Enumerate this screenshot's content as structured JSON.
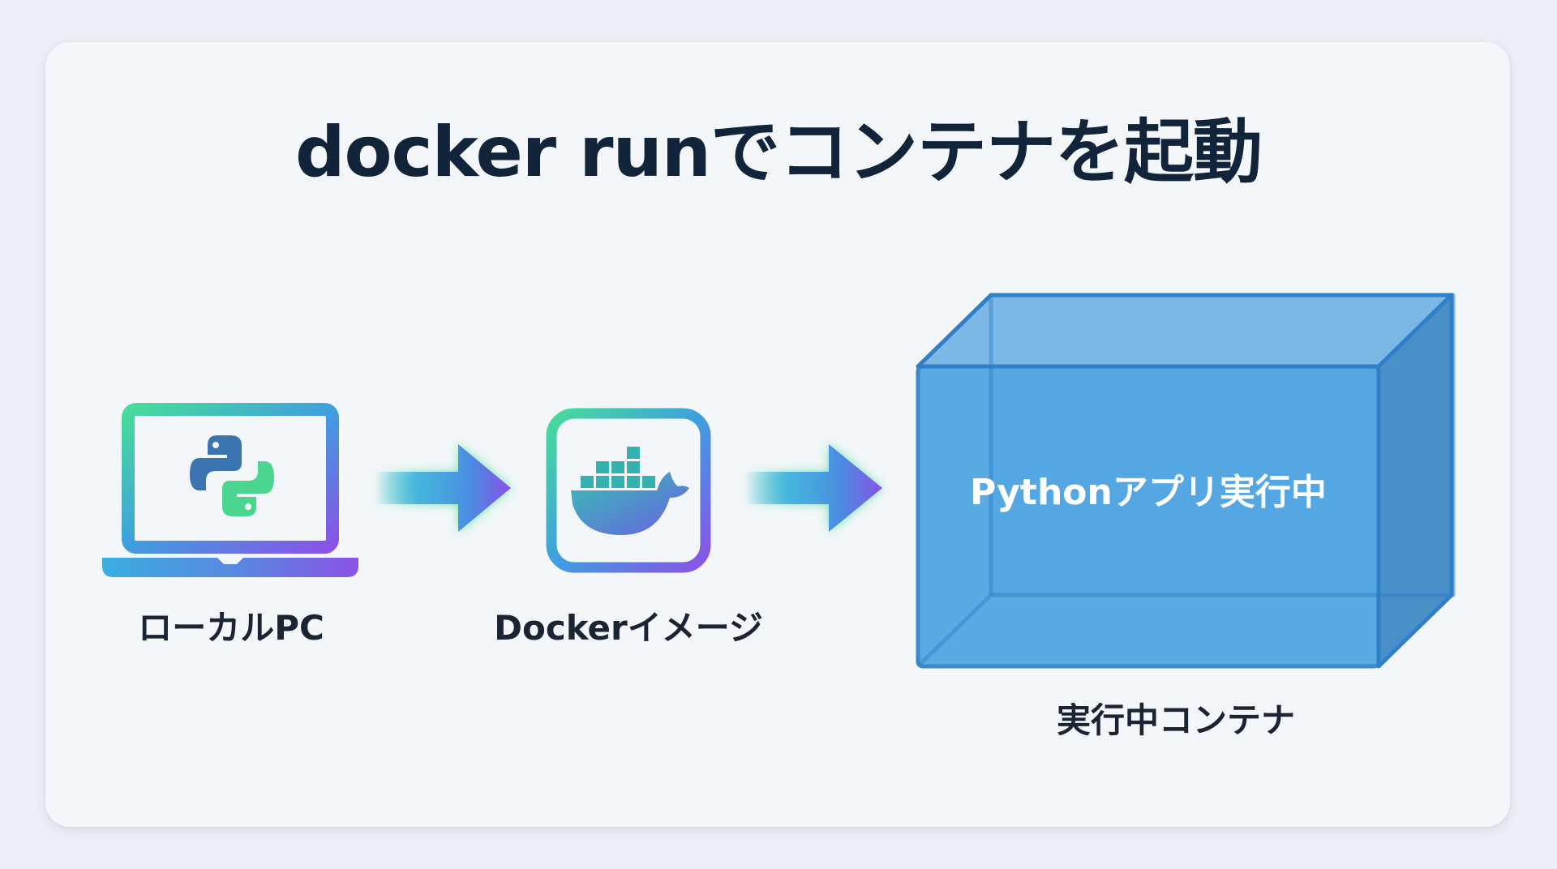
{
  "title": "docker runでコンテナを起動",
  "steps": [
    {
      "id": "local-pc",
      "label": "ローカルPC",
      "icon": "python-laptop-icon"
    },
    {
      "id": "docker-image",
      "label": "Dockerイメージ",
      "icon": "docker-whale-icon"
    },
    {
      "id": "running-container",
      "label": "実行中コンテナ",
      "icon": "container-cube-icon",
      "inner_text": "Pythonアプリ実行中"
    }
  ],
  "arrows": [
    {
      "from": "local-pc",
      "to": "docker-image"
    },
    {
      "from": "docker-image",
      "to": "running-container"
    }
  ],
  "colors": {
    "title": "#12243a",
    "gradient_start": "#48dc9a",
    "gradient_mid": "#3f9ee0",
    "gradient_end": "#8a52e6",
    "python_blue": "#3b74b0",
    "python_green": "#4bd68f",
    "cube_fill": "#4ea4e3",
    "cube_edge": "#2f80c8"
  }
}
